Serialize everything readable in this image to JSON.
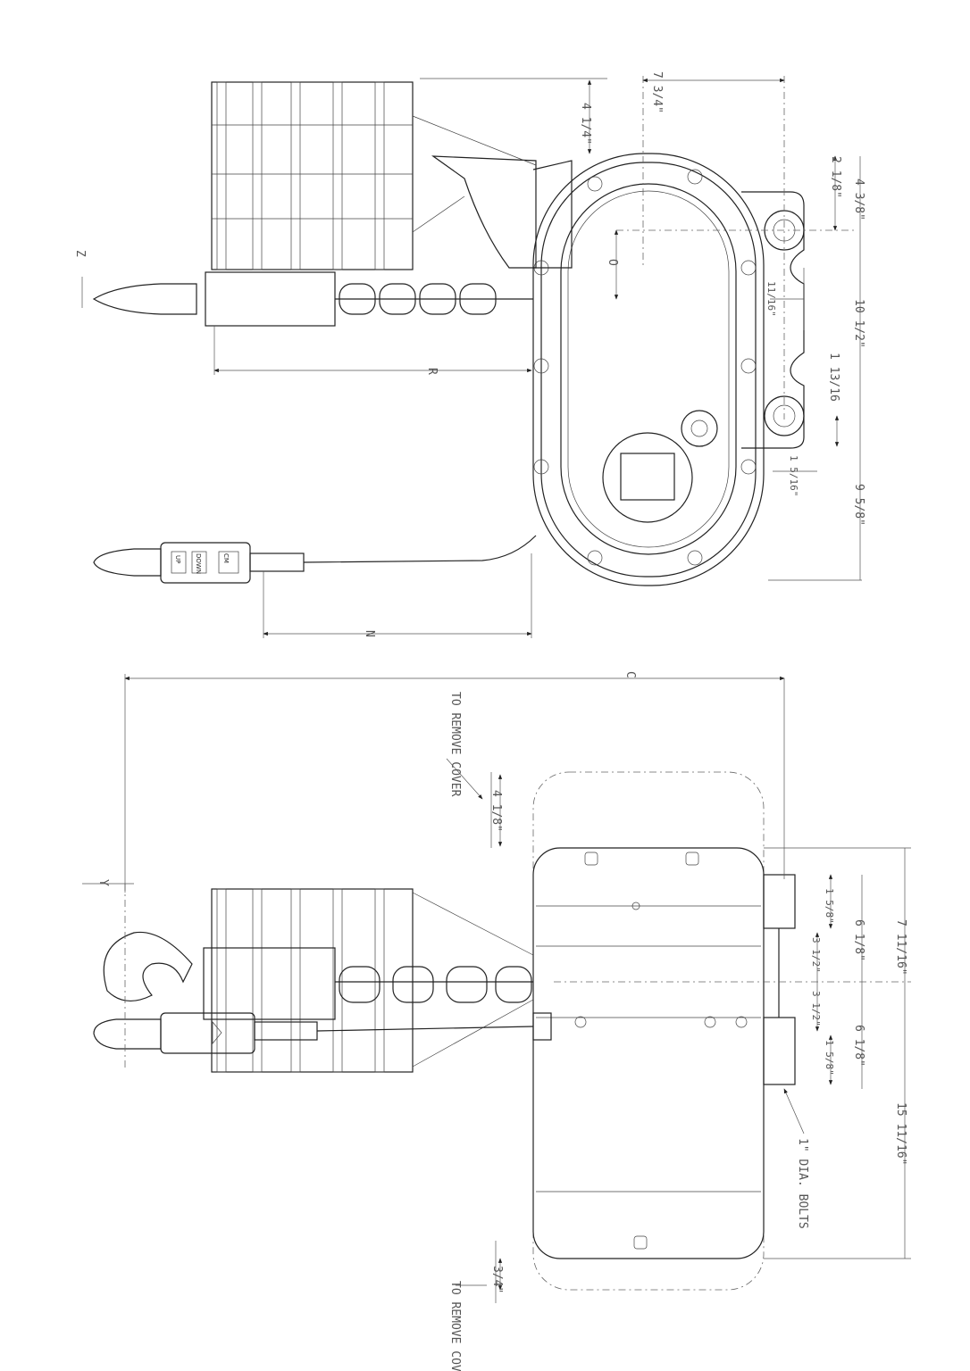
{
  "top_view": {
    "dims": {
      "d_7_3_4": "7 3/4\"",
      "d_4_1_4": "4 1/4\"",
      "d_2_1_8": "2 1/8\"",
      "d_4_3_8": "4 3/8\"",
      "d_O": "O",
      "d_Z": "Z",
      "d_11_16": "11/16\"",
      "d_10_1_2": "10 1/2\"",
      "d_1_13_16": "1 13/16",
      "d_1_5_16": "1 5/16\"",
      "d_9_5_8": "9 5/8\"",
      "d_R": "R",
      "d_N": "N"
    },
    "pendant_buttons": [
      "UP",
      "DOWN"
    ],
    "pendant_logo": "CM"
  },
  "side_view": {
    "dims": {
      "d_C": "C",
      "note_cover_top": "TO REMOVE COVER",
      "d_4_1_8": "4 1/8\"",
      "d_Y": "Y",
      "d_7_11_16": "7 11/16\"",
      "d_1_5_8_a": "1 5/8\"",
      "d_6_1_8_a": "6 1/8\"",
      "d_3_1_2_a": "3 1/2\"",
      "d_3_1_2_b": "3 1/2\"",
      "d_6_1_8_b": "6 1/8\"",
      "d_1_5_8_b": "1 5/8\"",
      "d_15_11_16": "15 11/16\"",
      "note_bolts": "1\" DIA. BOLTS",
      "d_3_4": "3/4\"",
      "note_cover_bottom": "TO REMOVE COVER"
    }
  }
}
